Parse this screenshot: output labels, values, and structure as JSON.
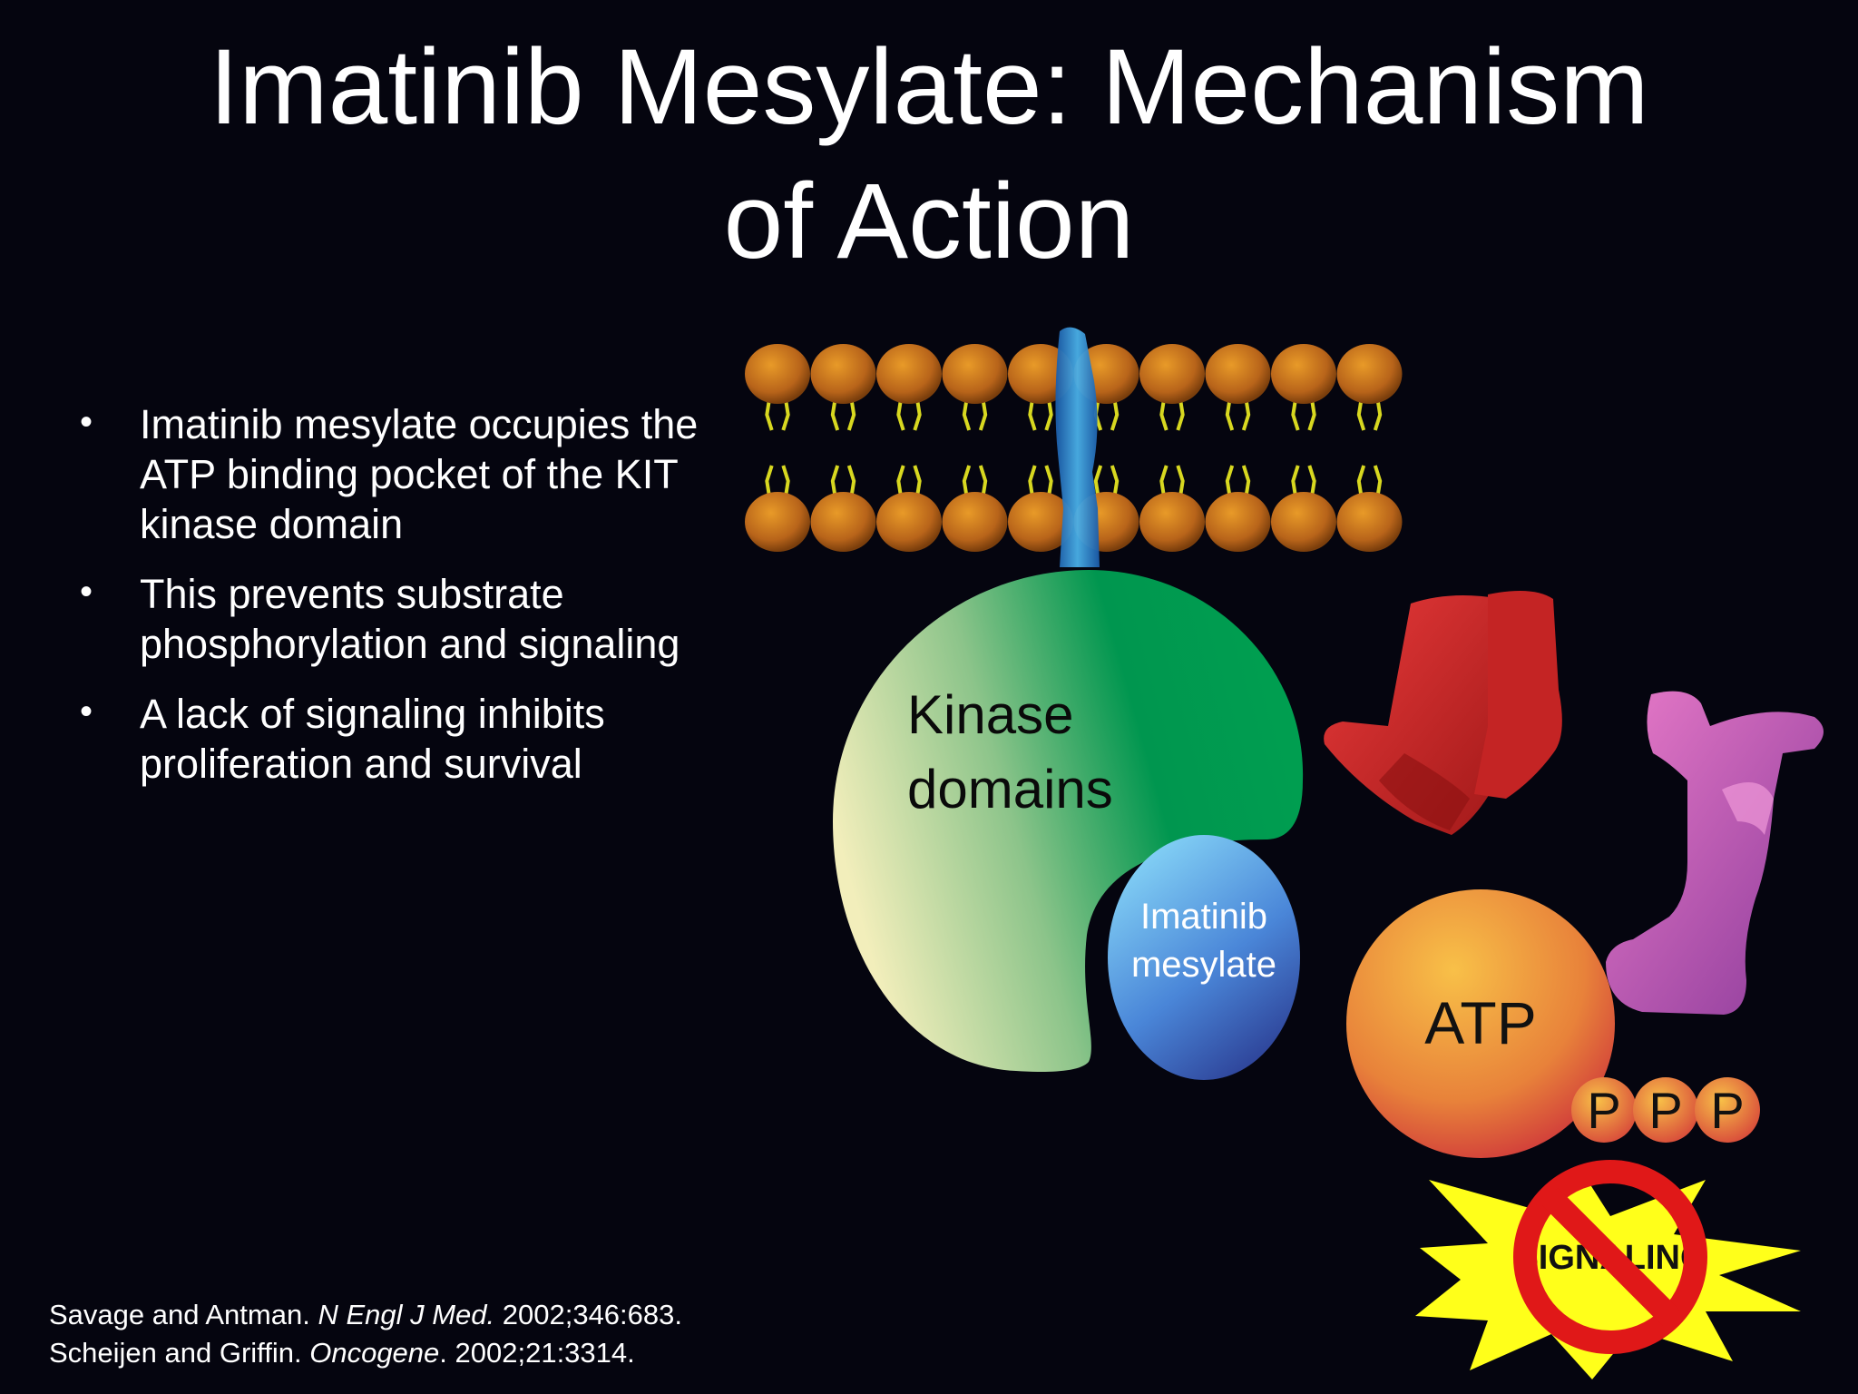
{
  "title": {
    "line1": "Imatinib Mesylate: Mechanism",
    "line2": "of Action"
  },
  "bullets": [
    "Imatinib mesylate occupies the ATP binding pocket of the KIT kinase domain",
    "This prevents substrate phosphorylation and signaling",
    "A lack of signaling inhibits proliferation and survival"
  ],
  "diagram": {
    "kinase_label_line1": "Kinase",
    "kinase_label_line2": "domains",
    "drug_label_line1": "Imatinib",
    "drug_label_line2": "mesylate",
    "atp_label": "ATP",
    "phosphate_labels": [
      "P",
      "P",
      "P"
    ],
    "signaling_label": "SIGNALING",
    "icons": [
      "cell-membrane-icon",
      "receptor-icon",
      "substrate-icon",
      "no-symbol-icon"
    ],
    "colors": {
      "background": "#05050f",
      "kinase": "#00964f",
      "drug": "#4a86d8",
      "atp": "#e8923a",
      "substrate_red": "#d42a2a",
      "substrate_purple": "#b25aa8",
      "starburst": "#ffff1a",
      "prohibition": "#e01818"
    }
  },
  "references": {
    "ref1_authors": "Savage and Antman. ",
    "ref1_journal": "N Engl J Med.",
    "ref1_details": " 2002;346:683.",
    "ref2_authors": "Scheijen and Griffin. ",
    "ref2_journal": "Oncogene",
    "ref2_details": ". 2002;21:3314."
  }
}
